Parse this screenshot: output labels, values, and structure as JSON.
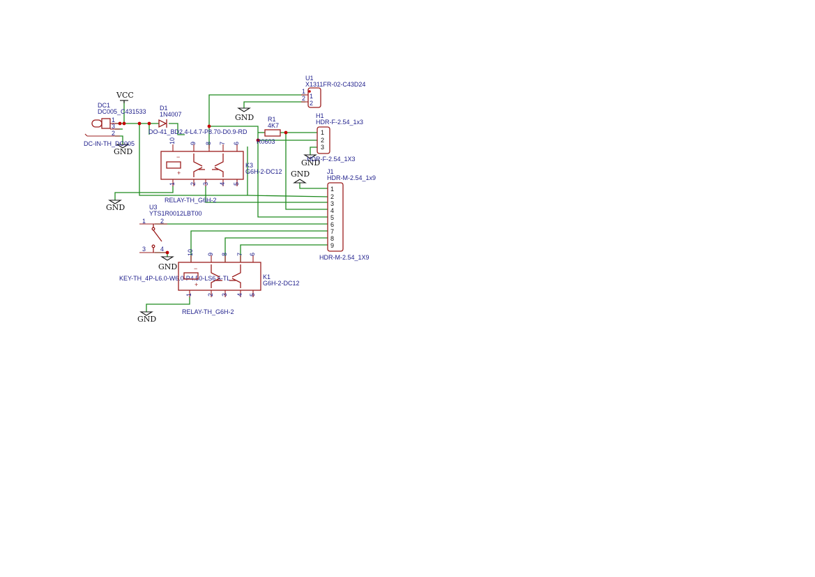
{
  "power": {
    "vcc": "VCC",
    "gnd": "GND"
  },
  "components": {
    "dc1": {
      "ref": "DC1",
      "value": "DC005_C431533",
      "footprint": "DC-IN-TH_DC005",
      "pins": [
        "1",
        "3",
        "2"
      ]
    },
    "d1": {
      "ref": "D1",
      "value": "1N4007",
      "footprint": "DO-41_BD2.4-L4.7-P8.70-D0.9-RD"
    },
    "u1": {
      "ref": "U1",
      "value": "X1311FR-02-C43D24",
      "pins": [
        "1",
        "2"
      ]
    },
    "r1": {
      "ref": "R1",
      "value": "4K7",
      "footprint": "R0603"
    },
    "h1": {
      "ref": "H1",
      "value": "HDR-F-2.54_1x3",
      "footprint": "HDR-F-2.54_1X3",
      "pins": [
        "1",
        "2",
        "3"
      ]
    },
    "k3": {
      "ref": "K3",
      "value": "G6H-2-DC12",
      "footprint": "RELAY-TH_G6H-2",
      "top_pins": [
        "10",
        "9",
        "8",
        "7",
        "6"
      ],
      "bottom_pins": [
        "1",
        "2",
        "3",
        "4",
        "5"
      ]
    },
    "j1": {
      "ref": "J1",
      "value": "HDR-M-2.54_1x9",
      "footprint": "HDR-M-2.54_1X9",
      "pins": [
        "1",
        "2",
        "3",
        "4",
        "5",
        "6",
        "7",
        "8",
        "9"
      ]
    },
    "u3": {
      "ref": "U3",
      "value": "YTS1R0012LBT00",
      "footprint": "KEY-TH_4P-L6.0-W6.0-P4.50-LS6.5-TL",
      "pins": [
        "1",
        "2",
        "3",
        "4"
      ]
    },
    "k1": {
      "ref": "K1",
      "value": "G6H-2-DC12",
      "footprint": "RELAY-TH_G6H-2",
      "top_pins": [
        "10",
        "9",
        "8",
        "7",
        "6"
      ],
      "bottom_pins": [
        "1",
        "2",
        "3",
        "4",
        "5"
      ]
    }
  },
  "colors": {
    "wire": "#1f8a1f",
    "symbol": "#9b1c1c",
    "junction": "#c40000",
    "label": "#1c1c8a"
  }
}
